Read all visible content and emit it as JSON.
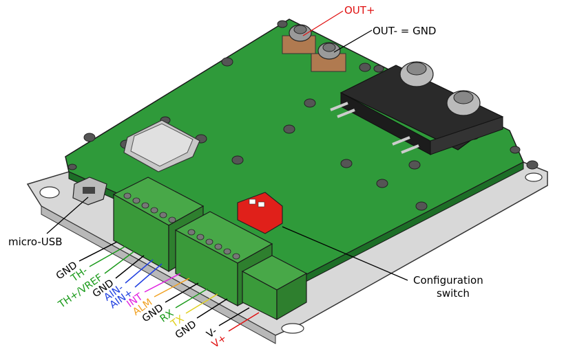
{
  "callouts": {
    "out_plus": "OUT+",
    "out_minus": "OUT- = GND",
    "micro_usb": "micro-USB",
    "config_line1": "Configuration",
    "config_line2": "switch"
  },
  "pins": [
    {
      "label": "GND",
      "color": "#000000"
    },
    {
      "label": "TH-",
      "color": "#1a9a1a"
    },
    {
      "label": "TH+/VREF",
      "color": "#1a9a1a"
    },
    {
      "label": "GND",
      "color": "#000000"
    },
    {
      "label": "AIN-",
      "color": "#1f3fe0"
    },
    {
      "label": "AIN+",
      "color": "#1f3fe0"
    },
    {
      "label": "INT",
      "color": "#e020e0"
    },
    {
      "label": "ALM",
      "color": "#f0a020"
    },
    {
      "label": "GND",
      "color": "#000000"
    },
    {
      "label": "RX",
      "color": "#1a9a1a"
    },
    {
      "label": "TX",
      "color": "#e0d020"
    },
    {
      "label": "GND",
      "color": "#000000"
    },
    {
      "label": "V-",
      "color": "#000000"
    },
    {
      "label": "V+",
      "color": "#e01010"
    }
  ],
  "colors": {
    "pcb": "#2f9a3a",
    "pcb_dark": "#1d6e27",
    "terminal": "#3a9a3a",
    "dip_switch": "#e0201a",
    "out_plus": "#e01010"
  }
}
